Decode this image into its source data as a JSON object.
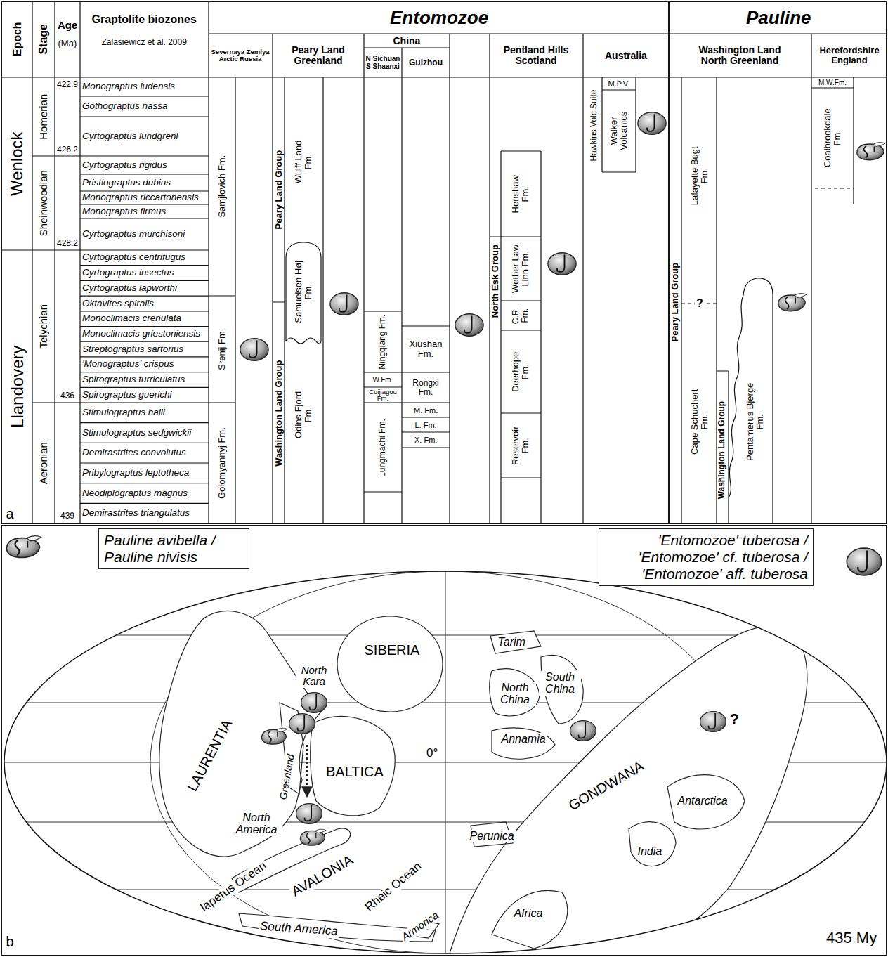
{
  "diagram": {
    "labels": [
      "Epoch",
      "Stage",
      "Age",
      "(Ma)",
      "Graptolite biozones",
      "Zalasiewicz et al. 2009",
      "Entomozoe",
      "Pauline",
      "Severnaya Zemlya Arctic Russia",
      "Peary Land Greenland",
      "China",
      "N Sichuan S Shaanxi",
      "Guizhou",
      "Pentland Hills Scotland",
      "Australia",
      "Washington Land North Greenland",
      "Herefordshire England",
      "Wenlock",
      "Llandovery",
      "Homerian",
      "Sheinwoodian",
      "Telychian",
      "Aeronian",
      "422.9",
      "426.2",
      "428.2",
      "436",
      "439",
      "Monograptus ludensis",
      "Gothograptus nassa",
      "Cyrtograptus lundgreni",
      "Cyrtograptus rigidus",
      "Pristiograptus dubius",
      "Monograptus riccartonensis",
      "Monograptus firmus",
      "Cyrtograptus murchisoni",
      "Cyrtograptus centrifugus",
      "Cyrtograptus insectus",
      "Cyrtograptus lapworthi",
      "Oktavites spiralis",
      "Monoclimacis crenulata",
      "Monoclimacis griestoniensis",
      "Streptograptus sartorius",
      "'Monograptus' crispus",
      "Spirograptus turriculatus",
      "Spirograptus guerichi",
      "Stimulograptus halli",
      "Stimulograptus sedgwickii",
      "Demirastrites convolutus",
      "Pribylograptus leptotheca",
      "Neodiplograptus magnus",
      "Demirastrites triangulatus",
      "Samjlovich Fm.",
      "Srenij Fm.",
      "Golomyannyj Fm.",
      "Peary Land Group",
      "Washington Land Group",
      "Wulff Land Fm.",
      "Samuelsen Høj Fm.",
      "Odins Fjord Fm.",
      "Ningqiang Fm.",
      "W.Fm.",
      "Cuijiagou Fm.",
      "Lungmachi Fm.",
      "Xiushan Fm.",
      "Rongxi Fm.",
      "M. Fm.",
      "L. Fm.",
      "X. Fm.",
      "North Esk Group",
      "Henshaw Fm.",
      "Wether Law Linn Fm.",
      "C.R. Fm.",
      "Deerhope Fm.",
      "Reservoir Fm.",
      "Hawkins Volc Suite",
      "M.P.V.",
      "Walker Volcanics",
      "Peary Land Group",
      "?",
      "Lafayette Bugt Fm.",
      "Cape Schuchert Fm.",
      "Washington Land Group",
      "Pentamerus Bjerge Fm.",
      "M.W.Fm.",
      "Coalbrookdale Fm.",
      "a",
      "SIBERIA",
      "North Kara",
      "LAURENTIA",
      "Greenland",
      "BALTICA",
      "North America",
      "Iapetus Ocean",
      "AVALONIA",
      "Rheic Ocean",
      "Armorica",
      "South America",
      "Tarim",
      "North China",
      "South China",
      "0°",
      "Annamia",
      "GONDWANA",
      "Perunica",
      "India",
      "Antarctica",
      "Africa",
      "?",
      "435 My",
      "b"
    ],
    "legend": [
      {
        "text": "Pauline avibella / Pauline nivisis"
      },
      {
        "text": "'Entomozoe' tuberosa / 'Entomozoe' cf. tuberosa / 'Entomozoe' aff. tuberosa"
      }
    ]
  }
}
